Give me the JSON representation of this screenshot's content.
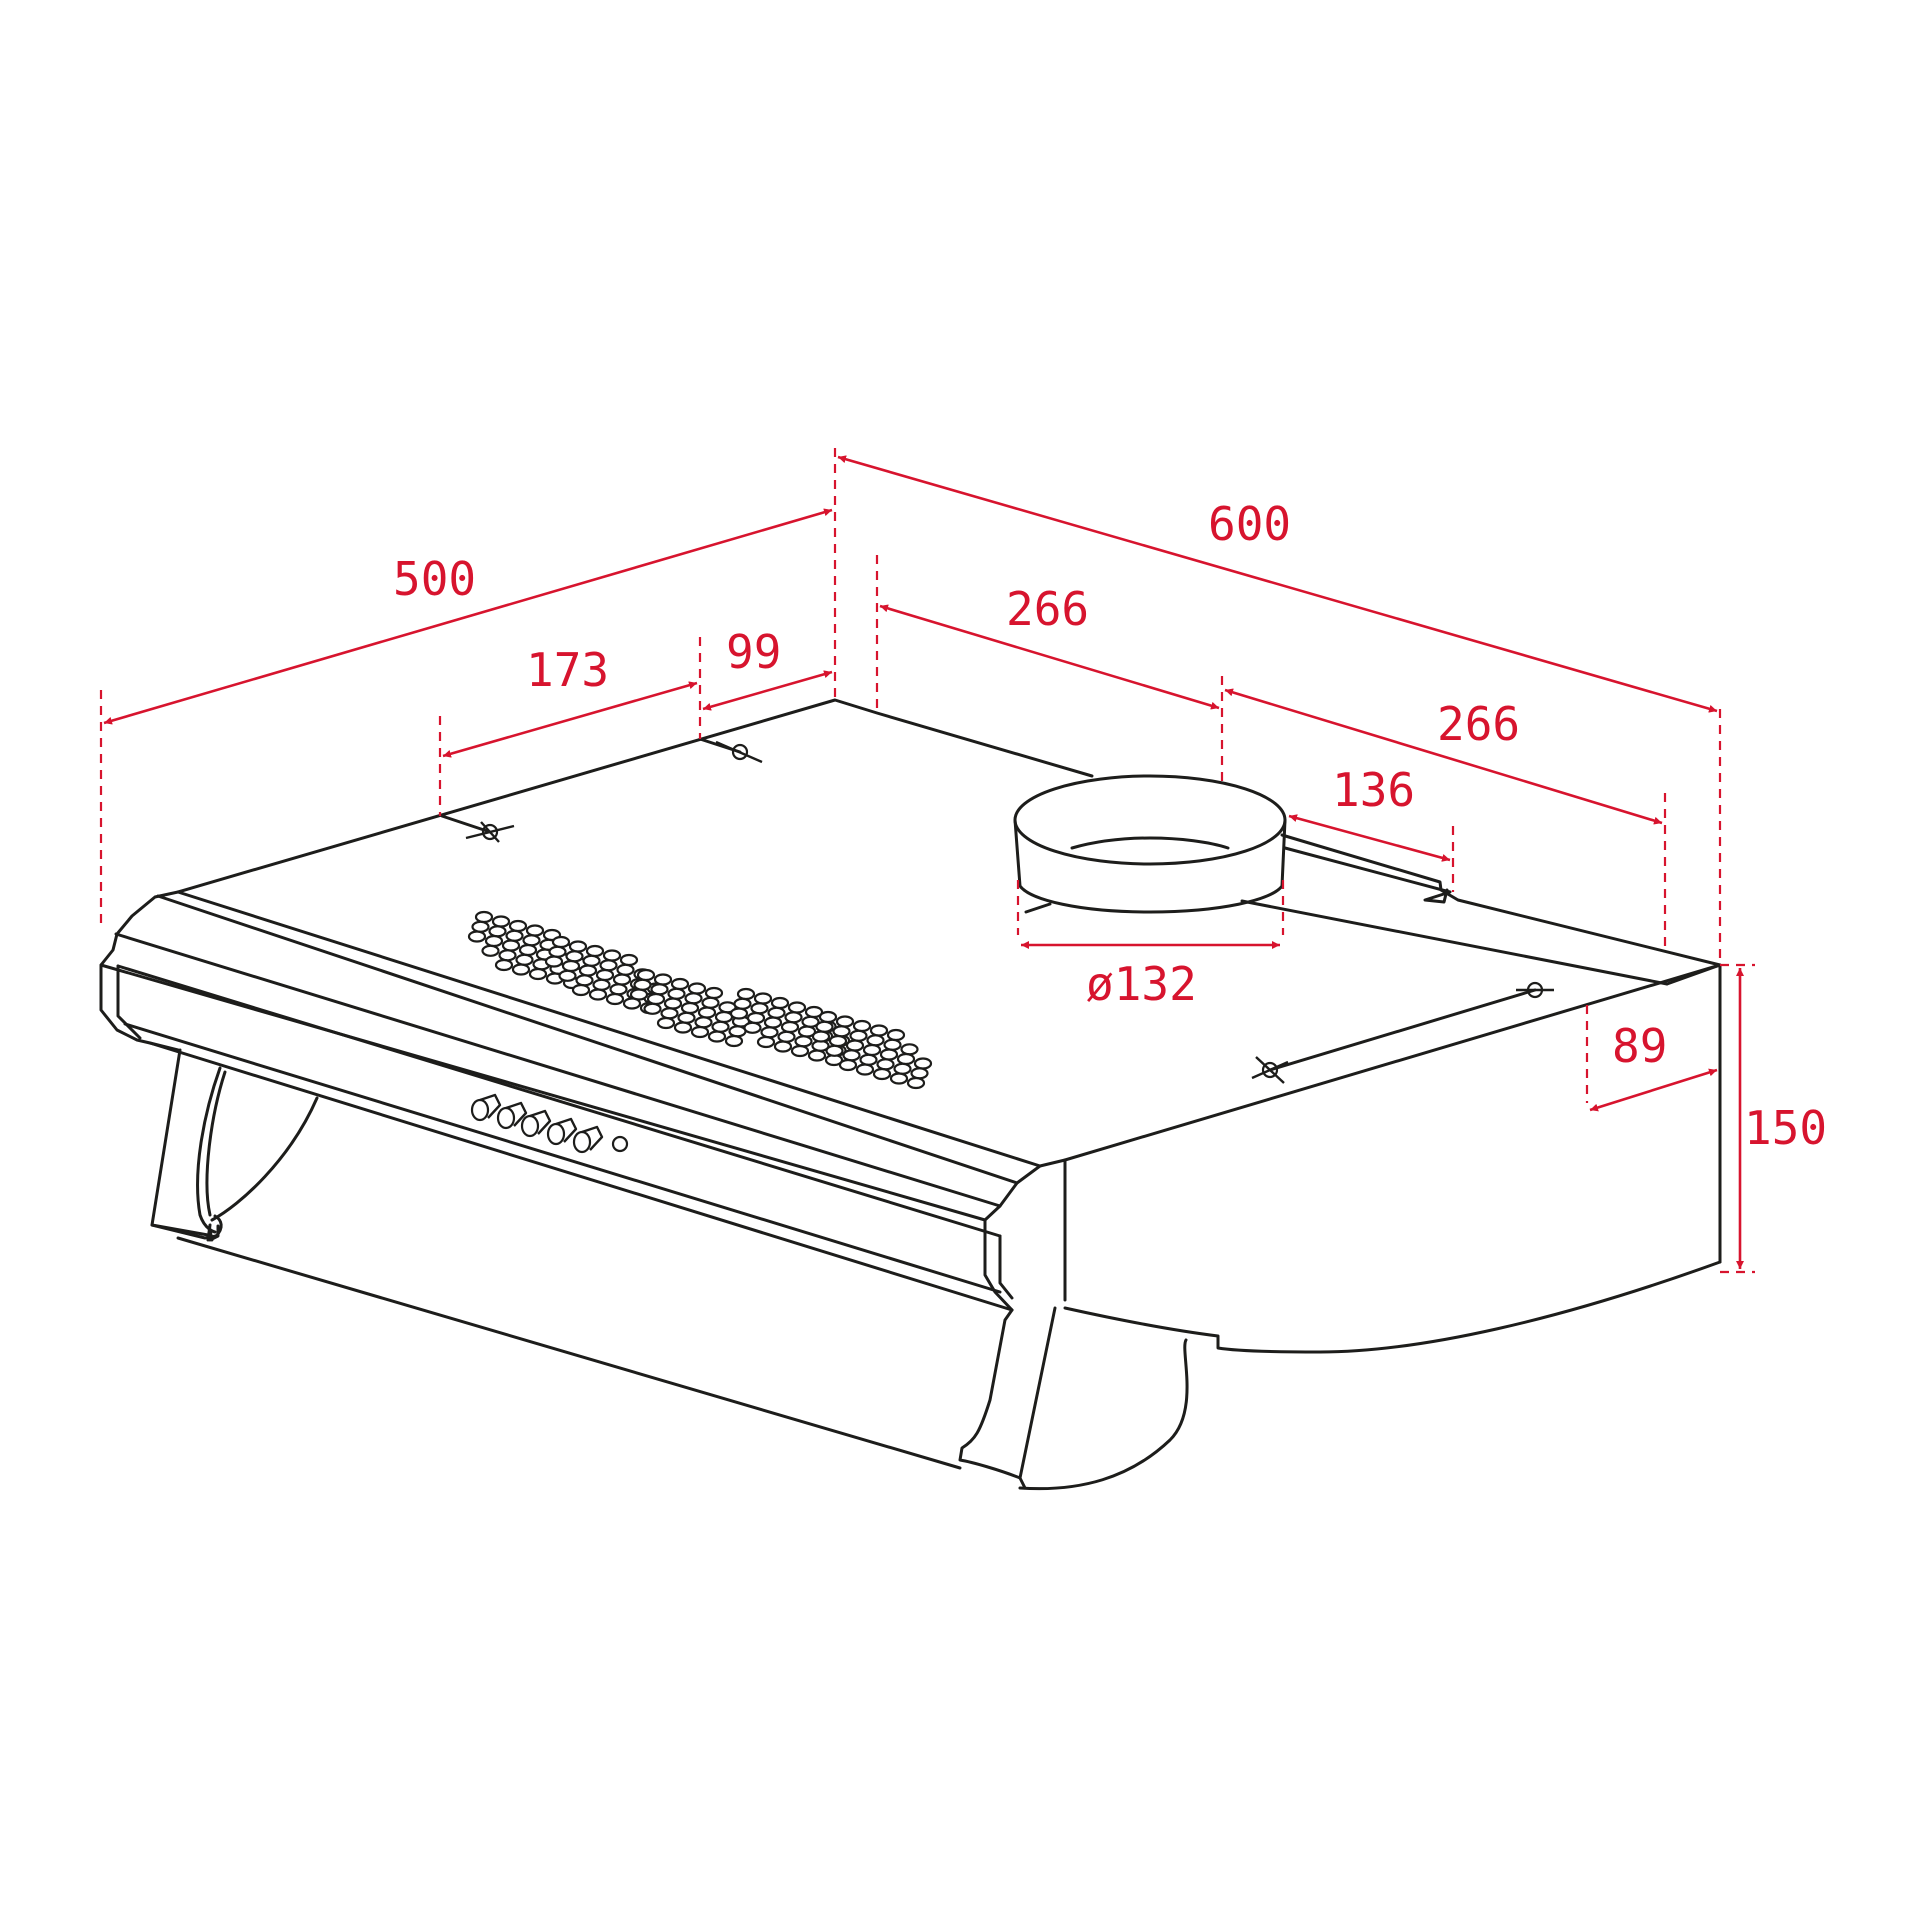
{
  "diagram": {
    "colors": {
      "line": "#1d1d1b",
      "dimension": "#d7142e",
      "background": "#ffffff"
    },
    "dimensions": {
      "depth": "500",
      "width": "600",
      "mount_hole_left": "173",
      "mount_hole_back": "99",
      "duct_offset_left": "266",
      "duct_offset_right": "266",
      "duct_to_slot": "136",
      "duct_diameter": "ø132",
      "side_hole_offset": "89",
      "height": "150"
    }
  }
}
